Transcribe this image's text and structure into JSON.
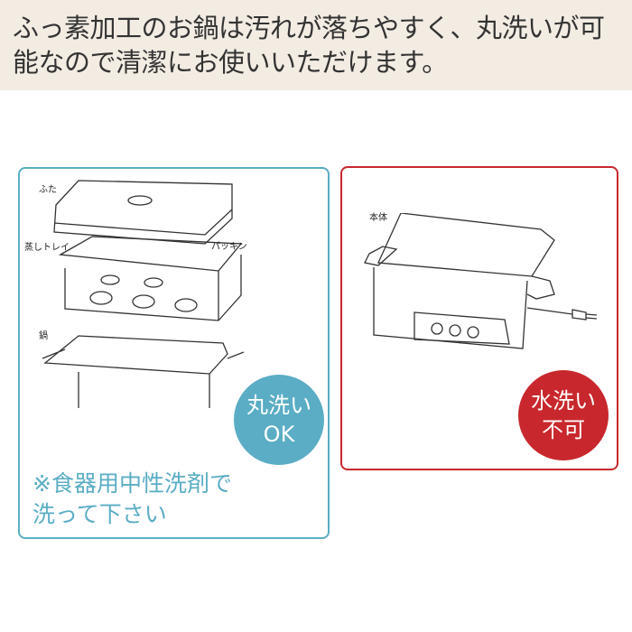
{
  "header": {
    "text": "ふっ素加工のお鍋は汚れが落ちやすく、丸洗いが可能なので清潔にお使いいただけます。"
  },
  "washable_panel": {
    "border_color": "#5aadc4",
    "labels": {
      "lid": "ふた",
      "steam_tray": "蒸しトレイ",
      "gasket": "パッキン",
      "pot": "鍋"
    },
    "badge": {
      "line1": "丸洗い",
      "line2": "OK"
    },
    "note": {
      "line1": "※食器用中性洗剤で",
      "line2": "洗って下さい"
    }
  },
  "not_washable_panel": {
    "border_color": "#c8282d",
    "labels": {
      "body": "本体"
    },
    "badge": {
      "line1": "水洗い",
      "line2": "不可"
    }
  }
}
